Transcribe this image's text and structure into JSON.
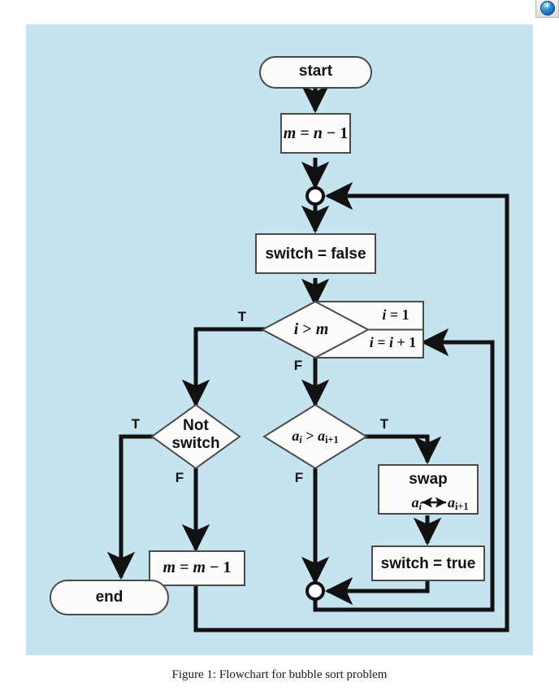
{
  "caption": "Figure 1: Flowchart for bubble sort problem",
  "corner": {
    "icon": "globe-icon",
    "glyph": "✶"
  },
  "colors": {
    "panel_background": "#c6e4ef",
    "node_fill": "#fcfcfa",
    "node_stroke": "#4a4a4a",
    "flow_line": "#111111",
    "page_background": "#ffffff"
  },
  "flowchart": {
    "title": "Bubble sort flowchart",
    "nodes": [
      {
        "id": "start",
        "type": "terminal",
        "label": "start"
      },
      {
        "id": "init_m",
        "type": "process",
        "label": "m = n − 1"
      },
      {
        "id": "junction_top",
        "type": "connector",
        "label": ""
      },
      {
        "id": "switch_false",
        "type": "process",
        "label": "switch = false"
      },
      {
        "id": "i_gt_m",
        "type": "decision",
        "label": "i > m"
      },
      {
        "id": "i_init",
        "type": "process",
        "label": "i = 1"
      },
      {
        "id": "i_incr",
        "type": "process",
        "label": "i = i + 1"
      },
      {
        "id": "not_switch",
        "type": "decision",
        "label": "Not switch"
      },
      {
        "id": "a_compare",
        "type": "decision",
        "label": "aᵢ > aᵢ₊₁"
      },
      {
        "id": "swap",
        "type": "process",
        "label": "swap"
      },
      {
        "id": "swap_operands",
        "type": "process",
        "label": "aᵢ ⟷ aᵢ₊₁"
      },
      {
        "id": "switch_true",
        "type": "process",
        "label": "switch = true"
      },
      {
        "id": "dec_m",
        "type": "process",
        "label": "m = m − 1"
      },
      {
        "id": "junction_bot",
        "type": "connector",
        "label": ""
      },
      {
        "id": "end",
        "type": "terminal",
        "label": "end"
      }
    ],
    "branch_labels": [
      {
        "id": "i_gt_m_true",
        "text": "T",
        "from": "i_gt_m"
      },
      {
        "id": "i_gt_m_false",
        "text": "F",
        "from": "i_gt_m"
      },
      {
        "id": "not_switch_true",
        "text": "T",
        "from": "not_switch"
      },
      {
        "id": "not_switch_false",
        "text": "F",
        "from": "not_switch"
      },
      {
        "id": "a_compare_true",
        "text": "T",
        "from": "a_compare"
      },
      {
        "id": "a_compare_false",
        "text": "F",
        "from": "a_compare"
      }
    ],
    "edges": [
      {
        "from": "start",
        "to": "init_m"
      },
      {
        "from": "init_m",
        "to": "junction_top"
      },
      {
        "from": "junction_top",
        "to": "switch_false"
      },
      {
        "from": "switch_false",
        "to": "i_gt_m"
      },
      {
        "from": "i_gt_m",
        "to": "not_switch",
        "label": "T"
      },
      {
        "from": "i_gt_m",
        "to": "a_compare",
        "label": "F"
      },
      {
        "from": "not_switch",
        "to": "end",
        "label": "T"
      },
      {
        "from": "not_switch",
        "to": "dec_m",
        "label": "F"
      },
      {
        "from": "a_compare",
        "to": "swap",
        "label": "T"
      },
      {
        "from": "a_compare",
        "to": "junction_bot",
        "label": "F"
      },
      {
        "from": "swap",
        "to": "switch_true"
      },
      {
        "from": "switch_true",
        "to": "junction_bot"
      },
      {
        "from": "junction_bot",
        "to": "i_incr"
      },
      {
        "from": "dec_m",
        "to": "junction_top"
      }
    ]
  },
  "labels": {
    "start": "start",
    "init_m_m": "m",
    "init_m_eq": " = ",
    "init_m_n": "n",
    "init_m_rest": " − 1",
    "switch_false": "switch = false",
    "i_gt_m_i": "i",
    "i_gt_m_op": " > ",
    "i_gt_m_m": "m",
    "i_init_i": "i",
    "i_init_rest": " = 1",
    "i_incr_i": "i",
    "i_incr_rest1": " = ",
    "i_incr_i2": "i",
    "i_incr_rest2": " + 1",
    "not_switch_line1": "Not",
    "not_switch_line2": "switch",
    "a_compare_a1": "a",
    "a_compare_sub1": "i",
    "a_compare_op": " > ",
    "a_compare_a2": "a",
    "a_compare_sub2": "i+1",
    "swap_title": "swap",
    "swap_a1": "a",
    "swap_sub1": "i",
    "swap_arrow": "⟷",
    "swap_a2": "a",
    "swap_sub2": "i+1",
    "switch_true": "switch = true",
    "dec_m_m1": "m",
    "dec_m_eq": " = ",
    "dec_m_m2": "m",
    "dec_m_rest": " − 1",
    "end": "end",
    "T": "T",
    "F": "F"
  }
}
